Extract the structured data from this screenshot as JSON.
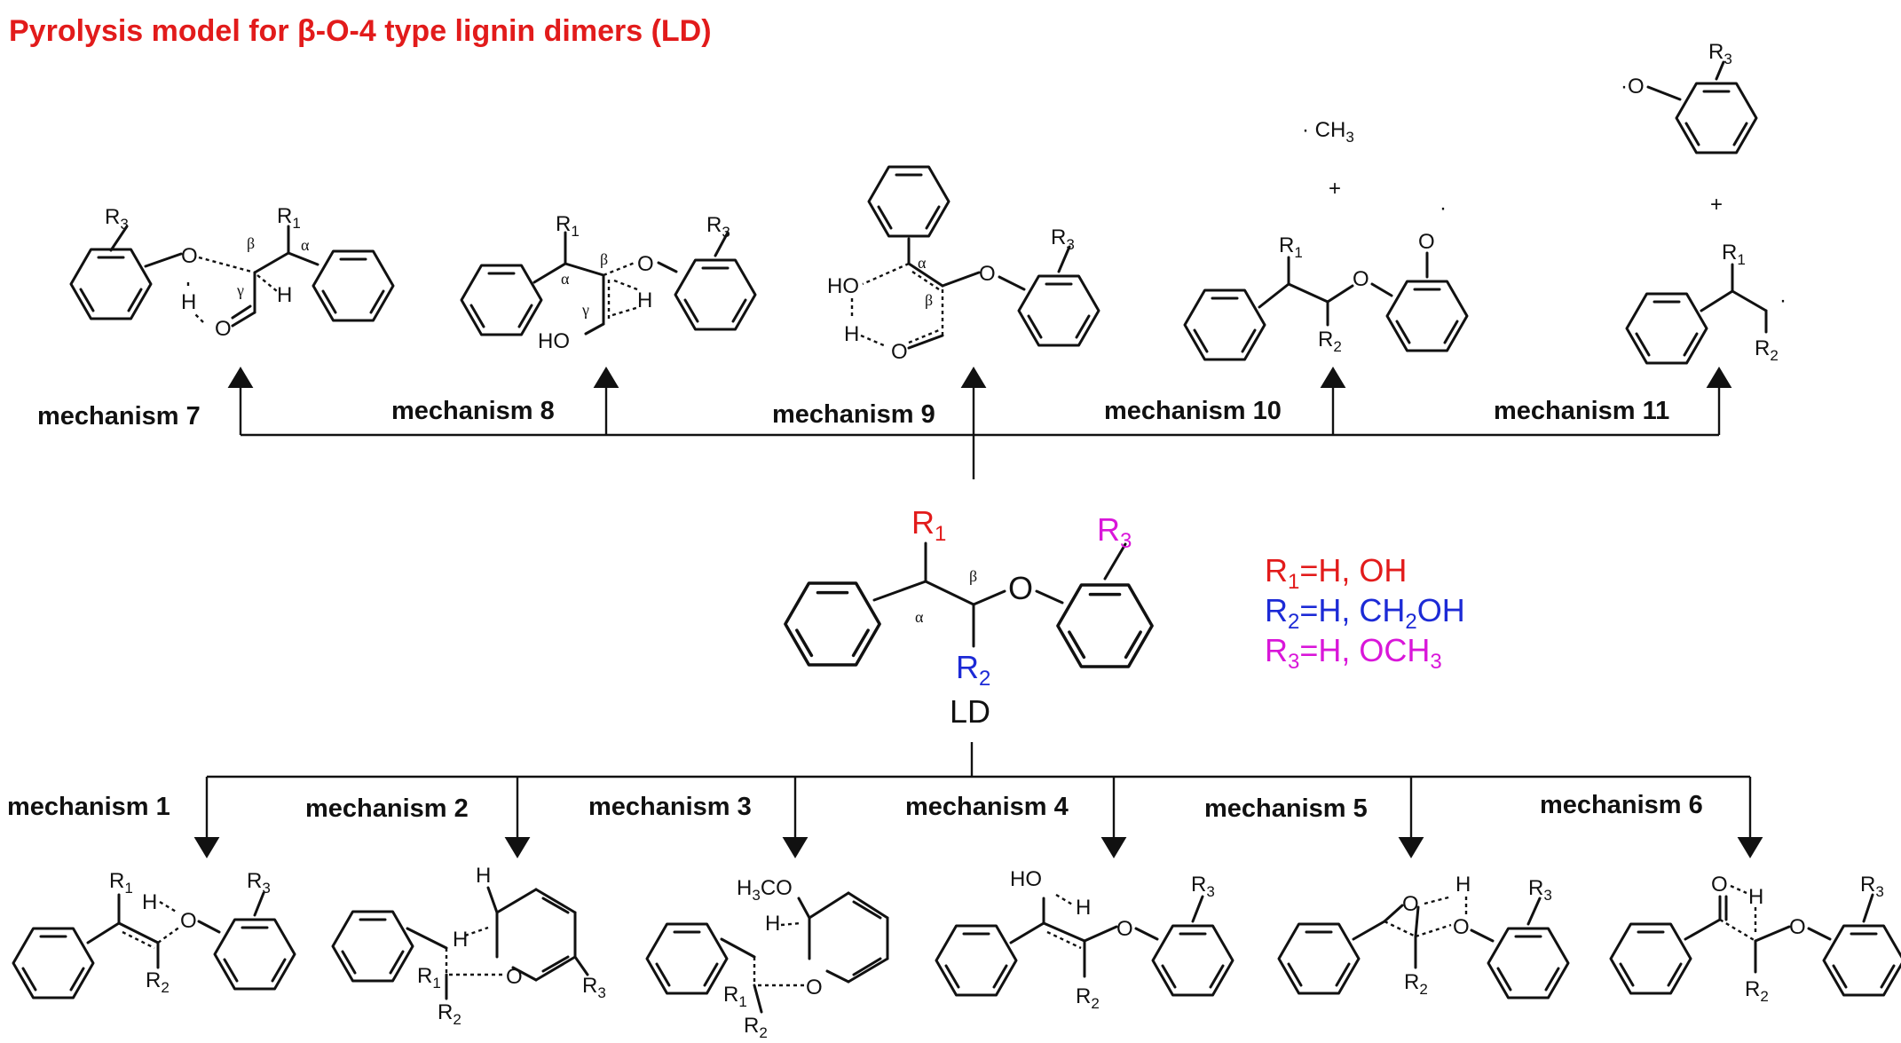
{
  "title": "Pyrolysis model for β-O-4 type lignin dimers (LD)",
  "center": {
    "label": "LD",
    "r1": "R1",
    "r2": "R2",
    "r3": "R3",
    "alpha": "α",
    "beta": "β",
    "oxygen": "O"
  },
  "legend": [
    {
      "text": "R1=H, OH",
      "color": "#e21b1b"
    },
    {
      "text": "R2=H, CH2OH",
      "color": "#1c2ad6"
    },
    {
      "text": "R3=H, OCH3",
      "color": "#d916d9"
    }
  ],
  "mechanisms_top": [
    "mechanism 7",
    "mechanism 8",
    "mechanism 9",
    "mechanism 10",
    "mechanism 11"
  ],
  "mechanisms_bottom": [
    "mechanism 1",
    "mechanism 2",
    "mechanism 3",
    "mechanism 4",
    "mechanism 5",
    "mechanism 6"
  ],
  "fragments": {
    "ch3": "· CH3",
    "plus": "+",
    "radical_dot": "·",
    "phenoxy_label": "·O"
  },
  "colors": {
    "title": "#e21b1b",
    "red": "#e21b1b",
    "blue": "#1c2ad6",
    "magenta": "#d916d9",
    "black": "#111111"
  }
}
